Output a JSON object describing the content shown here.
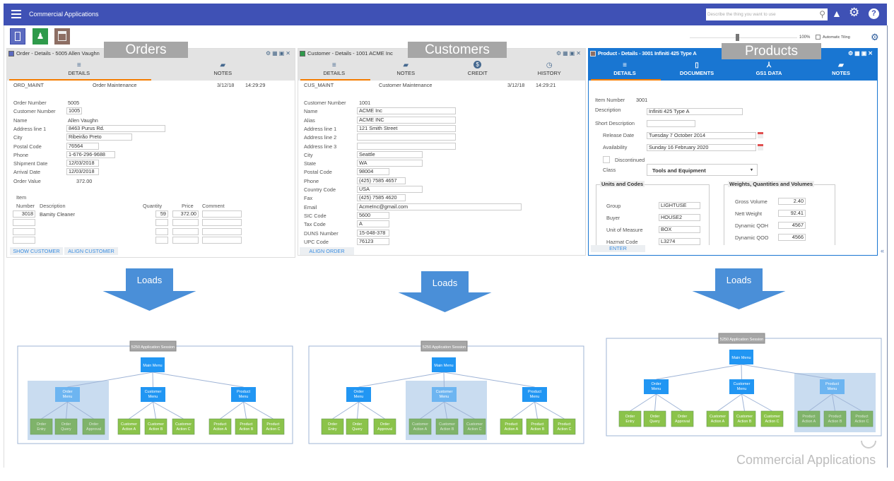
{
  "app": {
    "title": "Commercial Applications",
    "search_placeholder": "Describe the thing you want to use",
    "zoom": "100%",
    "auto_tiling": "Automatic Tiling",
    "auto_tiling_checked": false,
    "zoom_slider_percent": 45,
    "footer_brand": "Commercial Applications",
    "colors": {
      "appbar": "#3f51b5",
      "accent": "#f57c00",
      "product_header": "#1976d2"
    }
  },
  "toolbar_icons": [
    {
      "name": "orders-app-icon",
      "color": "#5c6bc0"
    },
    {
      "name": "customers-app-icon",
      "color": "#2e9a4a"
    },
    {
      "name": "products-app-icon",
      "color": "#8d6e63"
    }
  ],
  "overlays": {
    "orders": "Orders",
    "customers": "Customers",
    "products": "Products"
  },
  "orders": {
    "title": "Order - Details - 5005 Allen Vaughn",
    "tabs": [
      {
        "label": "DETAILS",
        "icon": "details-icon",
        "active": true
      },
      {
        "label": "NOTES",
        "icon": "notes-icon"
      }
    ],
    "program": "ORD_MAINT",
    "program_desc": "Order Maintenance",
    "date": "3/12/18",
    "time": "14:29:29",
    "fields": [
      {
        "label": "Order Number",
        "value": "5005",
        "input": false
      },
      {
        "label": "Customer Number",
        "value": "1005",
        "input": true
      },
      {
        "label": "Name",
        "value": "Allen Vaughn",
        "input": false
      },
      {
        "label": "Address line 1",
        "value": "8463 Purus Rd.",
        "input": true
      },
      {
        "label": "City",
        "value": "Ribeirão Preto",
        "input": true
      },
      {
        "label": "Postal Code",
        "value": "76564",
        "input": true
      },
      {
        "label": "Phone",
        "value": "1-676-296-9688",
        "input": true
      },
      {
        "label": "Shipment Date",
        "value": "12/03/2018",
        "input": true
      },
      {
        "label": "Arrival Date",
        "value": "12/03/2018",
        "input": true
      },
      {
        "label": "Order Value",
        "value": "372.00",
        "input": false
      }
    ],
    "items": {
      "header_top": "Item",
      "columns": [
        "Number",
        "Description",
        "Quantity",
        "Price",
        "Comment"
      ],
      "rows": [
        {
          "number": "3018",
          "description": "Bamity Cleaner",
          "quantity": "59",
          "price": "372.00",
          "comment": ""
        },
        {
          "number": "",
          "description": "",
          "quantity": "",
          "price": "",
          "comment": ""
        },
        {
          "number": "",
          "description": "",
          "quantity": "",
          "price": "",
          "comment": ""
        },
        {
          "number": "",
          "description": "",
          "quantity": "",
          "price": "",
          "comment": ""
        }
      ]
    },
    "buttons": [
      "SHOW CUSTOMER",
      "ALIGN CUSTOMER"
    ]
  },
  "customers": {
    "title": "Customer - Details - 1001 ACME Inc",
    "tabs": [
      {
        "label": "DETAILS",
        "icon": "details-icon",
        "active": true
      },
      {
        "label": "NOTES",
        "icon": "notes-icon"
      },
      {
        "label": "CREDIT",
        "icon": "dollar-icon"
      },
      {
        "label": "HISTORY",
        "icon": "clock-icon"
      }
    ],
    "program": "CUS_MAINT",
    "program_desc": "Customer Maintenance",
    "date": "3/12/18",
    "time": "14:29:21",
    "fields": [
      {
        "label": "Customer Number",
        "value": "1001",
        "input": false
      },
      {
        "label": "Name",
        "value": "ACME Inc",
        "input": true
      },
      {
        "label": "Alias",
        "value": "ACME INC",
        "input": true
      },
      {
        "label": "Address line 1",
        "value": "121 Smith Street",
        "input": true
      },
      {
        "label": "Address line 2",
        "value": "",
        "input": true
      },
      {
        "label": "Address line 3",
        "value": "",
        "input": true
      },
      {
        "label": "City",
        "value": "Seattle",
        "input": true
      },
      {
        "label": "State",
        "value": "WA",
        "input": true
      },
      {
        "label": "Postal Code",
        "value": "98004",
        "input": true
      },
      {
        "label": "Phone",
        "value": "(425) 7585 4657",
        "input": true
      },
      {
        "label": "Country Code",
        "value": "USA",
        "input": true
      },
      {
        "label": "Fax",
        "value": "(425) 7585 4620",
        "input": true
      },
      {
        "label": "Email",
        "value": "AcmeInc@gmail.com",
        "input": true
      },
      {
        "label": "SIC Code",
        "value": "5600",
        "input": true
      },
      {
        "label": "Tax Code",
        "value": "A",
        "input": true
      },
      {
        "label": "DUNS Number",
        "value": "15-048-378",
        "input": true
      },
      {
        "label": "UPC Code",
        "value": "76123",
        "input": true
      }
    ],
    "buttons": [
      "ALIGN ORDER"
    ]
  },
  "products": {
    "title": "Product - Details - 3001 Infiniti 425 Type A",
    "tabs": [
      {
        "label": "DETAILS",
        "icon": "details-icon",
        "active": true
      },
      {
        "label": "DOCUMENTS",
        "icon": "document-icon"
      },
      {
        "label": "GS1 DATA",
        "icon": "hierarchy-icon"
      },
      {
        "label": "NOTES",
        "icon": "notes-icon"
      }
    ],
    "item_number_label": "Item Number",
    "item_number": "3001",
    "description_label": "Description",
    "description": "Infiniti 425 Type A",
    "short_description_label": "Short Description",
    "short_description": "",
    "release_date_label": "Release Date",
    "release_date": "Tuesday 7 October 2014",
    "availability_label": "Availability",
    "availability": "Sunday 16 February 2020",
    "discontinued_label": "Discontinued",
    "discontinued": false,
    "class_label": "Class",
    "class_value": "Tools and Equipment",
    "units": {
      "legend": "Units and Codes",
      "fields": [
        {
          "label": "Group",
          "value": "LIGHTUSE"
        },
        {
          "label": "Buyer",
          "value": "HOUSE2"
        },
        {
          "label": "Unit of Measure",
          "value": "BOX"
        },
        {
          "label": "Hazmat Code",
          "value": "L3274"
        }
      ]
    },
    "weights": {
      "legend": "Weights, Quantities and Volumes",
      "fields": [
        {
          "label": "Gross Volume",
          "value": "2.40"
        },
        {
          "label": "Nett Weight",
          "value": "92.41"
        },
        {
          "label": "Dynamic QOH",
          "value": "4567"
        },
        {
          "label": "Dynamic QOO",
          "value": "4566"
        }
      ]
    },
    "buttons": [
      "ENTER"
    ]
  },
  "arrows": [
    "Loads",
    "Loads",
    "Loads"
  ],
  "diagrams": [
    {
      "session": "5250 Application Session",
      "main": "Main Menu",
      "highlight": 0,
      "groups": [
        {
          "menu": "Order Menu",
          "leaves": [
            "Order Entry",
            "Order Query",
            "Order Approval"
          ]
        },
        {
          "menu": "Customer Menu",
          "leaves": [
            "Customer Action A",
            "Customer Action B",
            "Customer Action C"
          ]
        },
        {
          "menu": "Product Menu",
          "leaves": [
            "Product Action A",
            "Product Action B",
            "Product Action C"
          ]
        }
      ]
    },
    {
      "session": "5250 Application Session",
      "main": "Main Menu",
      "highlight": 1,
      "groups": [
        {
          "menu": "Order Menu",
          "leaves": [
            "Order Entry",
            "Order Query",
            "Order Approval"
          ]
        },
        {
          "menu": "Customer Menu",
          "leaves": [
            "Customer Action A",
            "Customer Action B",
            "Customer Action C"
          ]
        },
        {
          "menu": "Product Menu",
          "leaves": [
            "Product Action A",
            "Product Action B",
            "Product Action C"
          ]
        }
      ]
    },
    {
      "session": "5250 Application Session",
      "main": "Main Menu",
      "highlight": 2,
      "groups": [
        {
          "menu": "Order Menu",
          "leaves": [
            "Order Entry",
            "Order Query",
            "Order Approval"
          ]
        },
        {
          "menu": "Customer Menu",
          "leaves": [
            "Customer Action A",
            "Customer Action B",
            "Customer Action C"
          ]
        },
        {
          "menu": "Product Menu",
          "leaves": [
            "Product Action A",
            "Product Action B",
            "Product Action C"
          ]
        }
      ]
    }
  ]
}
